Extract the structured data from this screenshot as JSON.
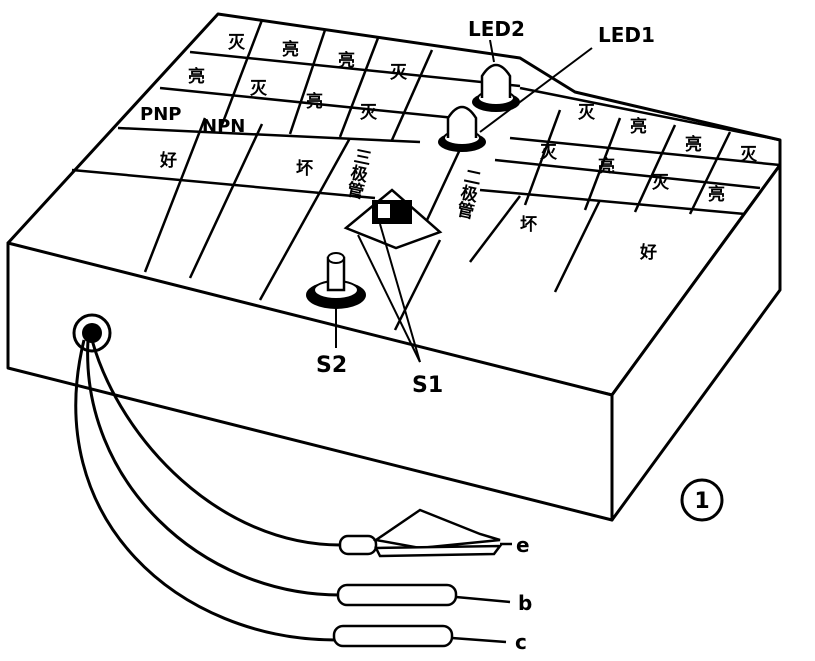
{
  "labels": {
    "led2": "LED2",
    "led1": "LED1",
    "s2": "S2",
    "s1": "S1",
    "wire_e": "e",
    "wire_b": "b",
    "wire_c": "c",
    "figure_number": "1",
    "pnp": "PNP",
    "npn": "NPN",
    "triode": "三极管",
    "diode": "二极管"
  },
  "left_table": {
    "row1": [
      "灭",
      "亮",
      "亮",
      "灭"
    ],
    "row2": [
      "亮",
      "灭",
      "亮",
      "灭"
    ],
    "row3_good": "好",
    "row3_bad": "坏"
  },
  "right_table": {
    "row1": [
      "灭",
      "亮",
      "亮",
      "灭"
    ],
    "row2": [
      "灭",
      "亮",
      "灭",
      "亮"
    ],
    "row3_bad": "坏",
    "row3_good": "好"
  }
}
